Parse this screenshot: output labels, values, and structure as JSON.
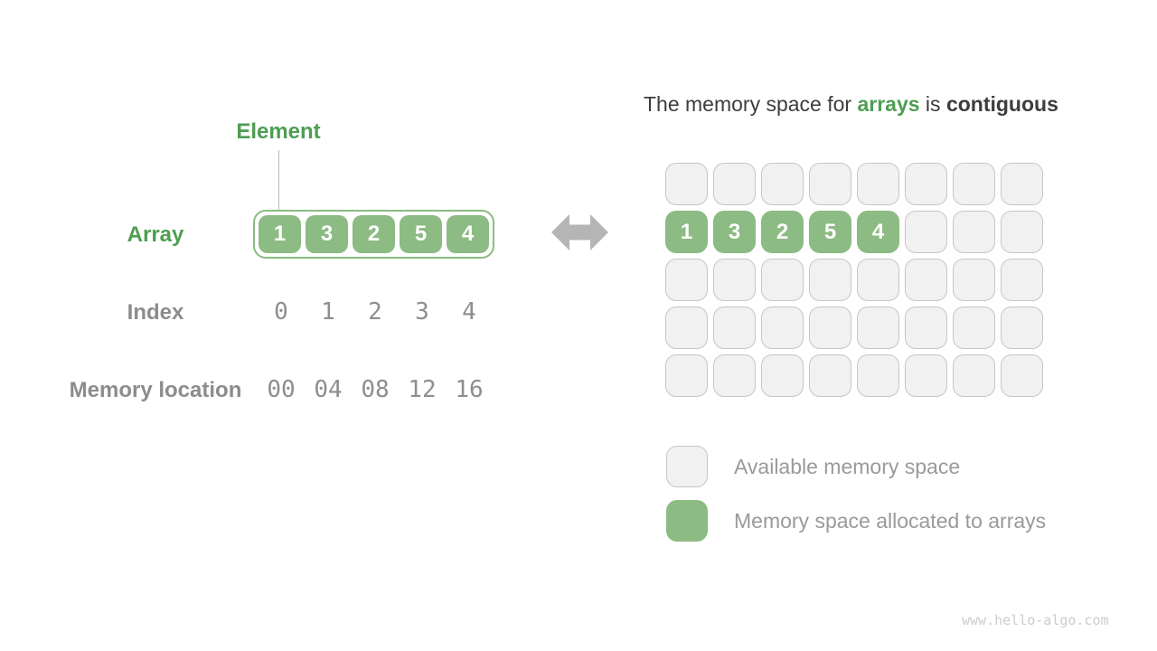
{
  "colors": {
    "green_fill": "#8cbb83",
    "green_text": "#4e9e52",
    "dark_text": "#3d3d3d",
    "gray_label": "#8c8c8c",
    "empty_fill": "#f1f1f1",
    "empty_border": "#c6c6c6",
    "arrow_gray": "#b5b5b5",
    "watermark_color": "#cccccc"
  },
  "left": {
    "element_label": "Element",
    "array_label": "Array",
    "array_values": [
      "1",
      "3",
      "2",
      "5",
      "4"
    ],
    "index_label": "Index",
    "index_values": [
      "0",
      "1",
      "2",
      "3",
      "4"
    ],
    "memory_label": "Memory location",
    "memory_values": [
      "00",
      "04",
      "08",
      "12",
      "16"
    ]
  },
  "right": {
    "title": {
      "prefix": "The memory space for ",
      "highlight": "arrays",
      "middle": " is ",
      "bold": "contiguous"
    },
    "grid": {
      "rows": 5,
      "cols": 8,
      "allocated_row": 1,
      "allocated_values": [
        "1",
        "3",
        "2",
        "5",
        "4"
      ]
    },
    "legend": [
      {
        "swatch": "available",
        "label": "Available memory space"
      },
      {
        "swatch": "allocated",
        "label": "Memory space allocated to arrays"
      }
    ]
  },
  "watermark": "www.hello-algo.com"
}
